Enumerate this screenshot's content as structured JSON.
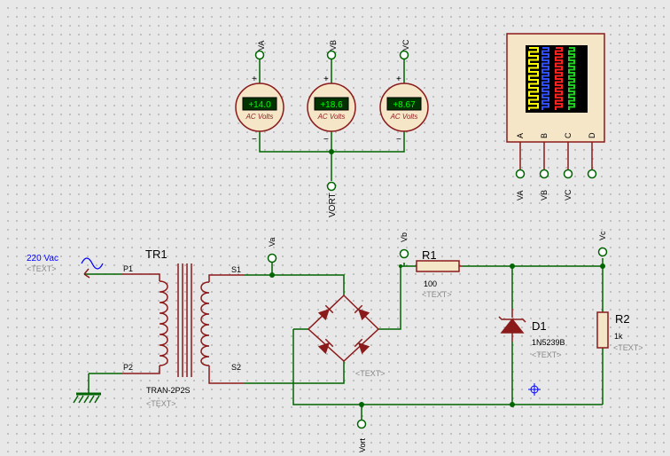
{
  "meters": [
    {
      "pin": "VA",
      "reading": "+14.0",
      "unit": "AC Volts"
    },
    {
      "pin": "VB",
      "reading": "+18.6",
      "unit": "AC Volts"
    },
    {
      "pin": "VC",
      "reading": "+8.67",
      "unit": "AC Volts"
    }
  ],
  "plus": "+",
  "minus": "−",
  "common_net": "VORT",
  "scope": {
    "channels": [
      "A",
      "B",
      "C",
      "D"
    ],
    "probes": [
      "VA",
      "VB",
      "VC"
    ],
    "colors": [
      "#ffff00",
      "#3050ff",
      "#ff2020",
      "#20d020"
    ]
  },
  "source": {
    "label": "220 Vac",
    "text": "<TEXT>"
  },
  "transformer": {
    "ref": "TR1",
    "value": "TRAN-2P2S",
    "text": "<TEXT>",
    "pins": [
      "P1",
      "P2",
      "S1",
      "S2"
    ]
  },
  "bridge": {
    "text": "<TEXT>"
  },
  "nets": {
    "va": "Va",
    "vb": "Vb",
    "vc": "Vc",
    "vort": "Vort"
  },
  "r1": {
    "ref": "R1",
    "value": "100",
    "text": "<TEXT>"
  },
  "d1": {
    "ref": "D1",
    "value": "1N5239B",
    "text": "<TEXT>"
  },
  "r2": {
    "ref": "R2",
    "value": "1k",
    "text": "<TEXT>"
  },
  "colors": {
    "wire": "#006400",
    "part": "#8b1a1a",
    "body": "#f5e6c8",
    "lcd": "#00ff00",
    "lcd_bg": "#003300",
    "label_blue": "#0000ff"
  }
}
